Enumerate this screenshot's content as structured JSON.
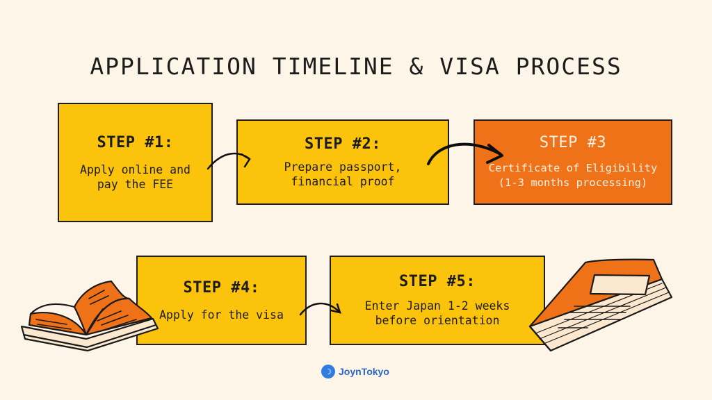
{
  "title": "APPLICATION TIMELINE & VISA PROCESS",
  "steps": [
    {
      "title": "STEP #1:",
      "description": "Apply online and\npay the FEE",
      "color": "#fbc30b"
    },
    {
      "title": "STEP #2:",
      "description": "Prepare passport,\nfinancial proof",
      "color": "#fbc30b"
    },
    {
      "title": "STEP #3",
      "description": "Certificate of Eligibility\n(1-3 months processing)",
      "color": "#f07218"
    },
    {
      "title": "STEP #4:",
      "description": "Apply for the visa",
      "color": "#fbc30b"
    },
    {
      "title": "STEP #5:",
      "description": "Enter Japan 1-2 weeks\nbefore orientation",
      "color": "#fbc30b"
    }
  ],
  "logo": {
    "text": "JoynTokyo",
    "icon": "crescent-moon-icon",
    "color": "#2f7de1"
  },
  "colors": {
    "background": "#fdf6e8",
    "accent": "#f07218",
    "box": "#fbc30b"
  }
}
